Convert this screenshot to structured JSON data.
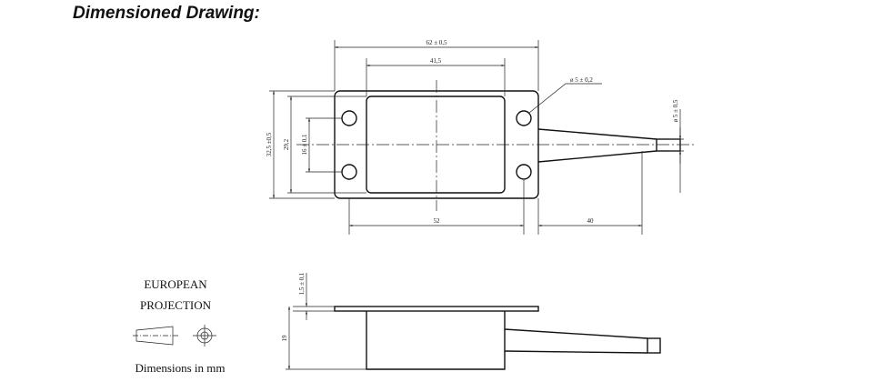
{
  "page": {
    "title": "Dimensioned Drawing:"
  },
  "top_view": {
    "overall_width": "62 ± 0,5",
    "window_width": "41,5",
    "hole_diameter": "ø 5 ± 0,2",
    "cable_diameter": "ø 5 ± 0,5",
    "overall_height": "32,5 ±0,5",
    "window_height": "29,2",
    "hole_spacing": "16 ± 0,1",
    "hole_pitch": "52",
    "cable_length": "40"
  },
  "side_view": {
    "flange_thickness": "1,5 ± 0,1",
    "body_height": "19"
  },
  "legend": {
    "projection_line1": "EUROPEAN",
    "projection_line2": "PROJECTION",
    "units": "Dimensions in mm"
  }
}
